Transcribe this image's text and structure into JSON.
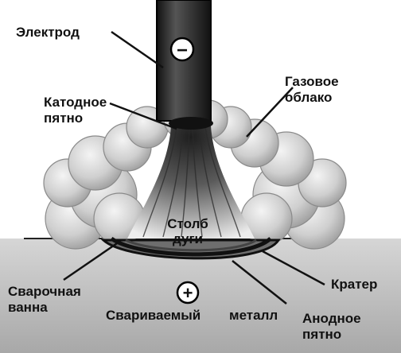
{
  "labels": {
    "electrode": "Электрод",
    "cathode_spot_line1": "Катодное",
    "cathode_spot_line2": "пятно",
    "gas_cloud_line1": "Газовое",
    "gas_cloud_line2": "облако",
    "arc_column_line1": "Столб",
    "arc_column_line2": "дуги",
    "weld_pool_line1": "Сварочная",
    "weld_pool_line2": "ванна",
    "crater": "Кратер",
    "base_metal_word1": "Свариваемый",
    "base_metal_word2": "металл",
    "anode_spot_line1": "Анодное",
    "anode_spot_line2": "пятно"
  },
  "symbols": {
    "electrode_polarity": "−",
    "workpiece_polarity": "+"
  },
  "colors": {
    "electrode": "#2a2a2a",
    "cloud": "#d9d9d9",
    "metal": "#bdbdbd",
    "ink": "#111111"
  }
}
